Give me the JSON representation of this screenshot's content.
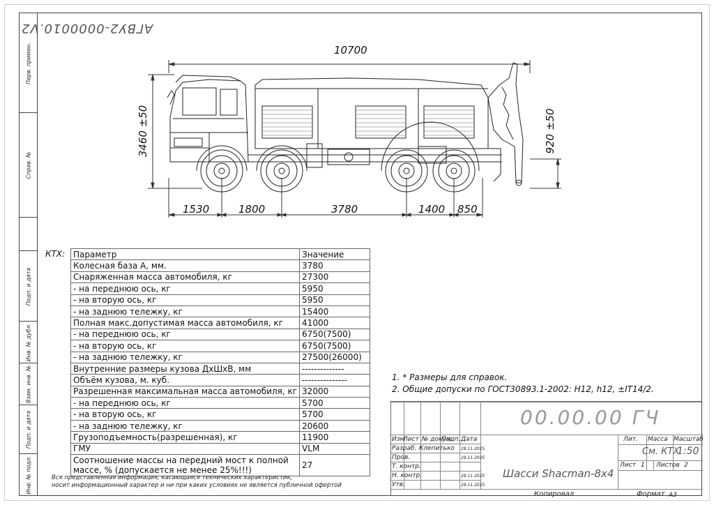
{
  "document": {
    "code": "АГВУ2-0000010.V2",
    "designation": "00.00.00 ГЧ",
    "title": "Шасси Shacman-8x4"
  },
  "side_strip": [
    "Перв. примен.",
    "Справ. №",
    "Подп. и дата",
    "Инв. № дубл.",
    "Взам. инв. №",
    "Подп. и дата",
    "Инв. № подл."
  ],
  "dimensions": {
    "overall_length": "10700",
    "height": "3460 ±50",
    "rear_height": "920 ±50",
    "segments": [
      "1530",
      "1800",
      "3780",
      "1400",
      "850"
    ]
  },
  "specs": {
    "label": "КТХ:",
    "header": {
      "param": "Параметр",
      "value": "Значение"
    },
    "rows": [
      {
        "param": "Колесная база А, мм.",
        "value": "3780"
      },
      {
        "param": "Снаряженная масса автомобиля, кг",
        "value": "27300"
      },
      {
        "param": " - на переднюю ось, кг",
        "value": "5950"
      },
      {
        "param": " - на вторую ось, кг",
        "value": "5950"
      },
      {
        "param": " - на заднюю тележку, кг",
        "value": "15400"
      },
      {
        "param": "Полная макс.допустимая масса автомобиля, кг",
        "value": "41000"
      },
      {
        "param": " - на переднюю ось, кг",
        "value": "6750(7500)"
      },
      {
        "param": " - на вторую ось, кг",
        "value": "6750(7500)"
      },
      {
        "param": " - на заднюю тележку, кг",
        "value": "27500(26000)"
      },
      {
        "param": "Внутренние размеры кузова ДхШхВ, мм",
        "value": "--------------"
      },
      {
        "param": "Объём кузова, м. куб.",
        "value": "---------------"
      },
      {
        "param": "Разрешенная максимальная масса автомобиля, кг",
        "value": "32000"
      },
      {
        "param": " - на переднюю ось, кг",
        "value": "5700"
      },
      {
        "param": " - на вторую ось, кг",
        "value": "5700"
      },
      {
        "param": " - на заднюю тележку, кг",
        "value": "20600"
      },
      {
        "param": "Грузоподъемность(разрешенная), кг",
        "value": "11900"
      },
      {
        "param": "ГМУ",
        "value": "VLM"
      }
    ],
    "last_row": {
      "param": "Соотношение массы на передний мост к полной массе, % (допускается не менее 25%!!!)",
      "value": "27"
    }
  },
  "disclaimer": [
    "Вся представленная информация, касающаяся технических характеристик,",
    "носит информационный характер и ни при каких условиях не является публичной офертой"
  ],
  "notes": [
    "1. * Размеры для справок.",
    "2. Общие допуски по ГОСТ30893.1-2002: H12, h12, ±IT14/2."
  ],
  "title_block": {
    "col_izm": "Изм",
    "col_list": "Лист",
    "col_doc": "№ докум.",
    "col_sign": "Подп.",
    "col_date": "Дата",
    "role_razrab": "Разраб.",
    "author": "Клепитько",
    "role_prov": "Пров.",
    "role_tkontr": "Т. контр.",
    "role_nkontr": "Н. контр.",
    "role_utv": "Утв.",
    "dates": [
      "28.11.2025",
      "28.11.2025",
      "28.11.2025",
      "28.11.2025"
    ],
    "lit_label": "Лит.",
    "mass_label": "Масса",
    "scale_label": "Масштаб",
    "mass_value": "См. КТХ",
    "scale_value": "1:50",
    "sheet_label": "Лист",
    "sheet_value": "1",
    "sheets_label": "Листов",
    "sheets_value": "2",
    "copied": "Копировал",
    "format_label": "Формат",
    "format_value": "A3"
  }
}
